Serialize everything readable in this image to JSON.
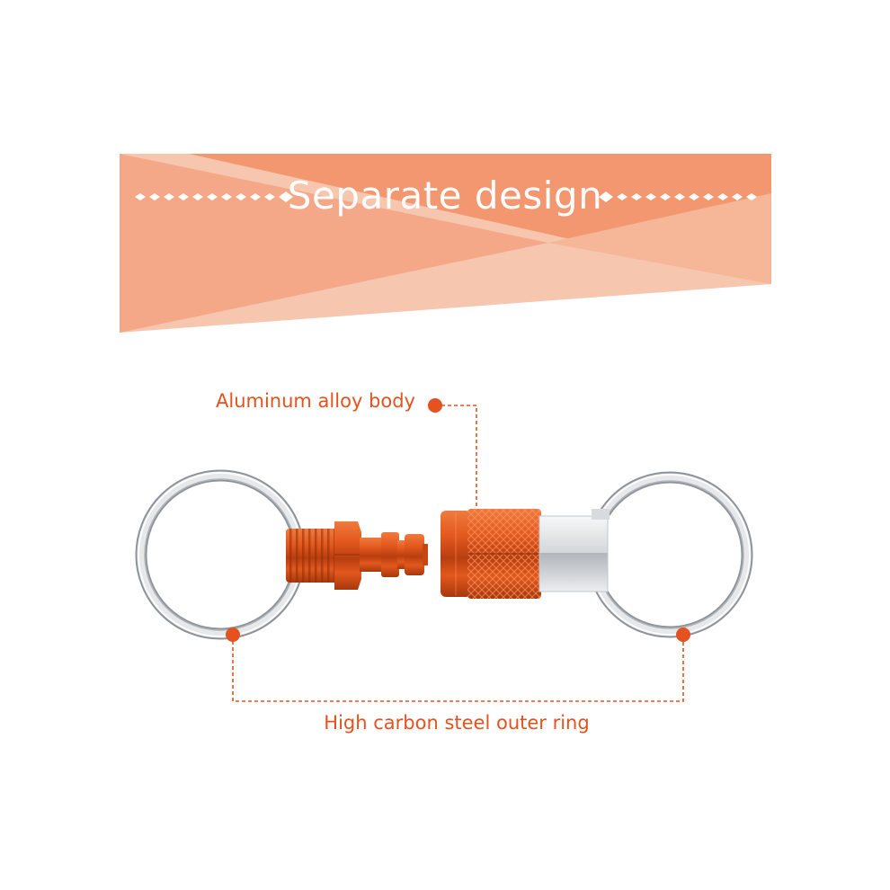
{
  "banner": {
    "title": "Separate design"
  },
  "callouts": {
    "body_label": "Aluminum alloy body",
    "ring_label": "High carbon steel outer ring"
  },
  "colors": {
    "accent": "#e3521f",
    "banner_light": "#f7c1a8",
    "banner_dark": "#f1906b",
    "metal_orange": "#e2581d",
    "steel": "#c9ccd0"
  },
  "icons": {
    "ring_left": "split-key-ring",
    "ring_right": "split-key-ring",
    "connector_male": "male-threaded-plug",
    "connector_female": "knurled-female-coupler"
  }
}
